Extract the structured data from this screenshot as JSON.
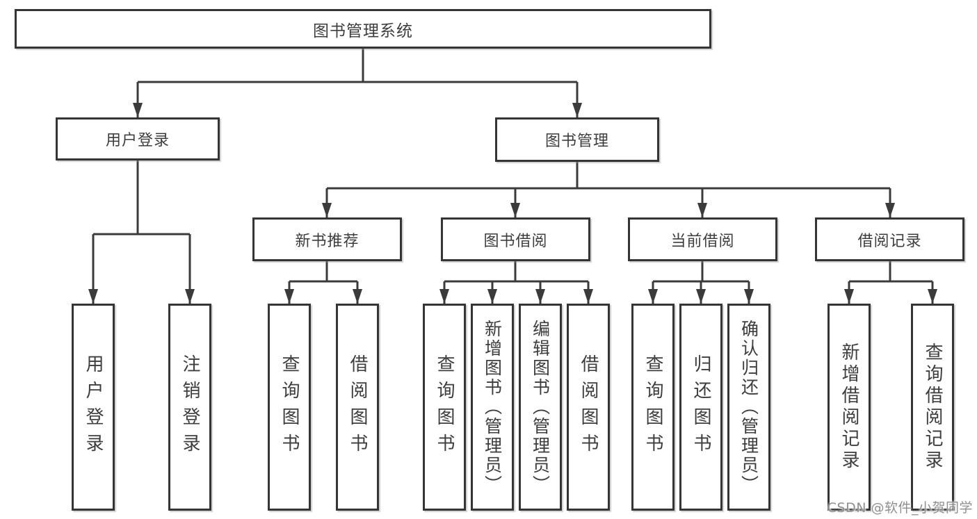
{
  "colors": {
    "line": "#3b3b3b",
    "border": "#353535",
    "text": "#3d3d3d",
    "watermark": "#8f8f8f",
    "bg": "#ffffff"
  },
  "diagram": {
    "root": {
      "label": "图书管理系统"
    },
    "level2": {
      "user_login": {
        "label": "用户登录"
      },
      "book_management": {
        "label": "图书管理"
      }
    },
    "level3": {
      "new_book_recommend": {
        "label": "新书推荐"
      },
      "book_borrow": {
        "label": "图书借阅"
      },
      "current_borrow": {
        "label": "当前借阅"
      },
      "borrow_records": {
        "label": "借阅记录"
      }
    },
    "leaves": {
      "ul_user_login": {
        "label": "用户登录"
      },
      "ul_logout": {
        "label": "注销登录"
      },
      "nbr_query_book": {
        "label": "查询图书"
      },
      "nbr_borrow_book": {
        "label": "借阅图书"
      },
      "bb_query_book": {
        "label": "查询图书"
      },
      "bb_add_book": {
        "label": "新增图书（管理员）"
      },
      "bb_edit_book": {
        "label": "编辑图书（管理员）"
      },
      "bb_borrow_book": {
        "label": "借阅图书"
      },
      "cb_query_book": {
        "label": "查询图书"
      },
      "cb_return_book": {
        "label": "归还图书"
      },
      "cb_confirm_return": {
        "label": "确认归还（管理员）"
      },
      "br_add_record": {
        "label": "新增借阅记录"
      },
      "br_query_record": {
        "label": "查询借阅记录"
      }
    }
  },
  "watermark": {
    "text": "CSDN @软件_小贺同学"
  }
}
